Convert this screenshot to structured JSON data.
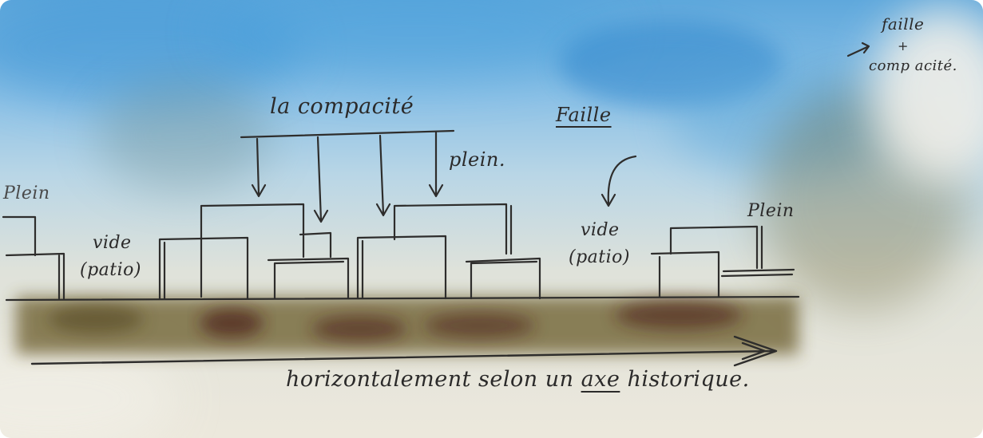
{
  "sketch": {
    "title": "la compacité",
    "faille": "Faille",
    "plein_labels": [
      "Plein",
      "plein.",
      "Plein"
    ],
    "vide_labels": [
      "vide",
      "(patio)",
      "vide",
      "(patio)"
    ],
    "caption": {
      "before_axe": "horizontalement selon un ",
      "axe": "axe",
      "after_axe": " historique."
    },
    "corner_note": {
      "line1": "faille",
      "line2": "+",
      "line3": "comp acité."
    }
  },
  "colors": {
    "sky": "#5fa8dc",
    "paper": "#ece8dc",
    "ground_wash": "#5c4a1e",
    "ink": "#2b2a2a"
  }
}
